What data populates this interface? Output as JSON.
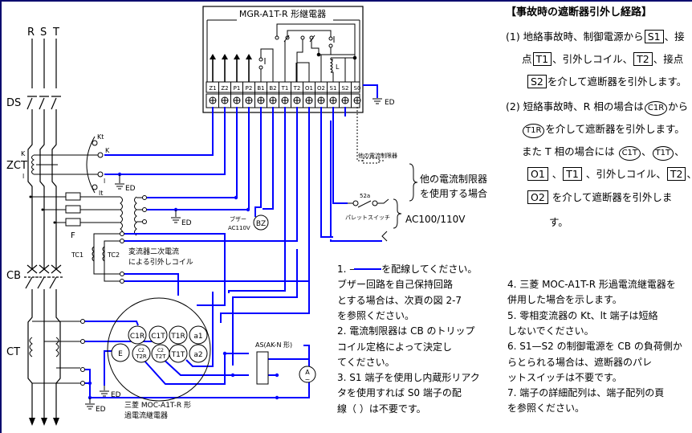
{
  "relay": {
    "title": "MGR-A1T-R 形継電器",
    "terminals": [
      "Z1",
      "Z2",
      "P1",
      "P2",
      "B1",
      "B2",
      "T1",
      "T2",
      "O1",
      "O2",
      "S1",
      "S2",
      "S0"
    ],
    "coil_label": "L",
    "earth": "ED"
  },
  "left": {
    "phases": [
      "R",
      "S",
      "T"
    ],
    "ds": "DS",
    "zct": "ZCT",
    "zct_k": "K",
    "zct_l": "l",
    "kt": "Kt",
    "k": "K",
    "l": "l",
    "lt": "lt",
    "earth1": "ED",
    "earth2": "ED",
    "fuse": "F",
    "buzzer_label": "ブザー",
    "buzzer_volt": "AC110V",
    "buzzer": "BZ",
    "tc1": "TC1",
    "tc2": "TC2",
    "coil_text1": "変流器二次電流",
    "coil_text2": "による引外しコイル",
    "cb": "CB",
    "ct": "CT",
    "earth3": "ED",
    "earth4": "ED"
  },
  "moc": {
    "terminals_top": [
      "C1R",
      "C1T",
      "T1R",
      "a1"
    ],
    "terminal_e": "E",
    "terminal_c2r": "C2\nT2R",
    "terminal_c2r_top": "C2",
    "terminal_c2r_bot": "T2R",
    "terminal_c2t_top": "C2",
    "terminal_c2t_bot": "T2T",
    "terminal_t1t": "T1T",
    "terminal_a2": "a2",
    "name1": "三菱 MOC-A1T-R 形",
    "name2": "過電流継電器",
    "as_label": "AS(AK-N 形)",
    "ammeter": "A"
  },
  "mid": {
    "other_limiter": "他の電流制限器",
    "brace1_line1": "他の電流制限器",
    "brace1_line2": "を使用する場合",
    "contact": "52a",
    "pallet": "パレットスイッチ",
    "ac": "AC100/110V"
  },
  "side": {
    "title": "【事故時の遮断器引外し経路】",
    "lines": [
      [
        {
          "t": "(1) 地絡事故時、制御電源から"
        },
        {
          "t": "S1",
          "k": "box"
        },
        {
          "t": "、接"
        }
      ],
      [
        {
          "t": "点"
        },
        {
          "t": "T1",
          "k": "box"
        },
        {
          "t": "、引外しコイル、"
        },
        {
          "t": "T2",
          "k": "box"
        },
        {
          "t": "、接点"
        }
      ],
      [
        {
          "t": "S2",
          "k": "box"
        },
        {
          "t": "を介して遮断器を引外します。"
        }
      ],
      [
        {
          "t": "(2) 短絡事故時、R 相の場合は"
        },
        {
          "t": "C1R",
          "k": "circ"
        },
        {
          "t": "から"
        }
      ],
      [
        {
          "t": "T1R",
          "k": "circ"
        },
        {
          "t": "を介して遮断器を引外します。"
        }
      ],
      [
        {
          "t": "また T 相の場合には "
        },
        {
          "t": "C1T",
          "k": "circ"
        },
        {
          "t": "、"
        },
        {
          "t": "T1T",
          "k": "circ"
        },
        {
          "t": "、"
        }
      ],
      [
        {
          "t": "O1",
          "k": "box"
        },
        {
          "t": " 、"
        },
        {
          "t": "T1",
          "k": "box"
        },
        {
          "t": " 、引外しコイル、"
        },
        {
          "t": "T2",
          "k": "box"
        },
        {
          "t": "、"
        }
      ],
      [
        {
          "t": "O2",
          "k": "box"
        },
        {
          "t": " を介して遮断器を引外しま"
        }
      ],
      [
        {
          "t": "す。"
        }
      ]
    ]
  },
  "notes_left": [
    "1.  ——— を配線してください。",
    "     ブザー回路を自己保持回路",
    "     とする場合は、次頁の図 2-7",
    "     を参照ください。",
    "2.  電流制限器は CB のトリップ",
    "     コイル定格によって決定し",
    "     てください。",
    "3.  S1 端子を使用し内蔵形リアク",
    "     タを使用すれば S0 端子の配",
    "     線（      ）は不要です。"
  ],
  "notes_right": [
    "4.  三菱 MOC-A1T-R 形過電流継電器を",
    "     併用した場合を示します。",
    "5.  零相変流器の Kt、lt 端子は短絡",
    "     しないでください。",
    "6.  S1—S2 の制御電源を CB の負荷側か",
    "     らとられる場合は、遮断器のパレ",
    "     ットスイッチは不要です。",
    "7.  端子の詳細配列は、端子配列の頁",
    "     を参照ください。"
  ],
  "colors": {
    "wire": "#0000ff",
    "line": "#000000",
    "frame": "#0a0a6e"
  }
}
